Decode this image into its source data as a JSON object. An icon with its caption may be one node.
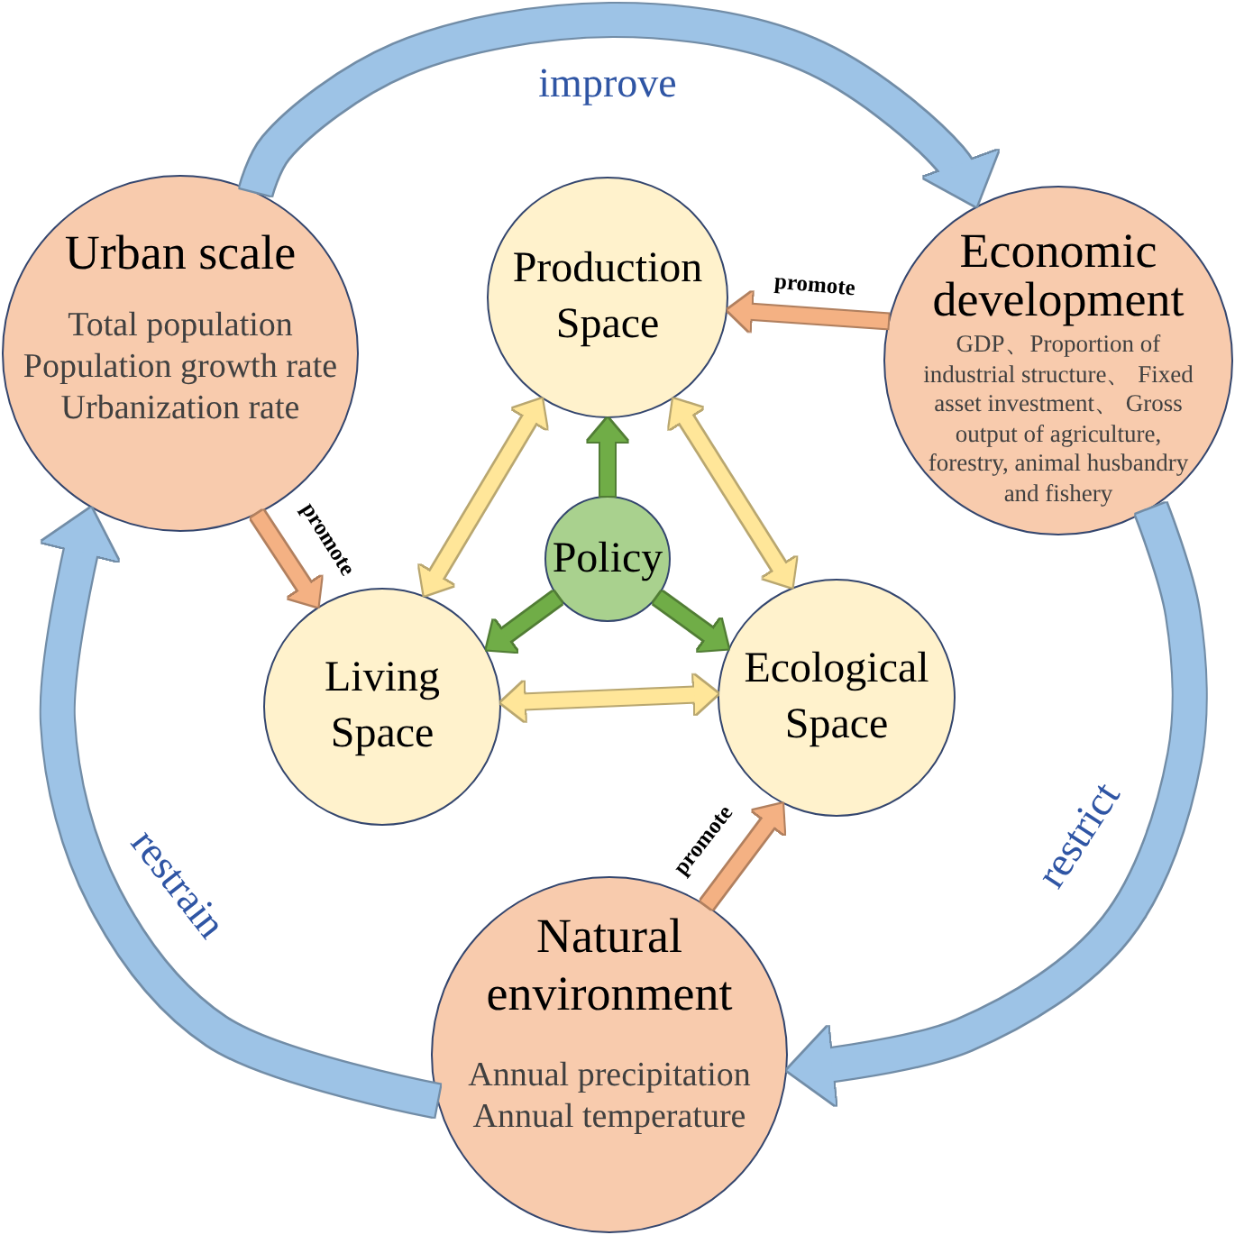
{
  "diagram": {
    "nodes": [
      {
        "text": [
          "Urban scale",
          "Total population",
          "Population growth rate",
          "Urbanization rate"
        ]
      },
      {
        "text": [
          "Production Space"
        ]
      },
      {
        "text": [
          "Economic development",
          "GDP、Proportion of industrial structure、 Fixed asset investment、 Gross output of agriculture, forestry, animal husbandry and fishery"
        ]
      },
      {
        "text": [
          "Policy"
        ]
      },
      {
        "text": [
          "Living Space"
        ]
      },
      {
        "text": [
          "Ecological Space"
        ]
      },
      {
        "text": [
          "Natural environment",
          "Annual precipitation",
          "Annual temperature"
        ]
      }
    ],
    "edges": [
      {
        "from": 0,
        "to": 2,
        "arrow": "to",
        "label": "improve",
        "style": "thick",
        "color": "#9dc3e6"
      },
      {
        "from": 2,
        "to": 6,
        "arrow": "to",
        "label": "restrict",
        "style": "thick",
        "color": "#9dc3e6"
      },
      {
        "from": 6,
        "to": 0,
        "arrow": "to",
        "label": "restrain",
        "style": "thick",
        "color": "#9dc3e6"
      },
      {
        "from": 2,
        "to": 1,
        "arrow": "to",
        "label": "promote",
        "color": "#f4b183"
      },
      {
        "from": 0,
        "to": 4,
        "arrow": "to",
        "label": "promote",
        "color": "#f4b183"
      },
      {
        "from": 6,
        "to": 5,
        "arrow": "to",
        "label": "promote",
        "color": "#f4b183"
      },
      {
        "from": 3,
        "to": 1,
        "arrow": "to",
        "color": "#70ad47"
      },
      {
        "from": 3,
        "to": 4,
        "arrow": "to",
        "color": "#70ad47"
      },
      {
        "from": 3,
        "to": 5,
        "arrow": "to",
        "color": "#70ad47"
      },
      {
        "from": 4,
        "to": 1,
        "arrow": "both",
        "color": "#ffe699"
      },
      {
        "from": 1,
        "to": 5,
        "arrow": "both",
        "color": "#ffe699"
      },
      {
        "from": 4,
        "to": 5,
        "arrow": "both",
        "color": "#ffe699"
      }
    ]
  }
}
